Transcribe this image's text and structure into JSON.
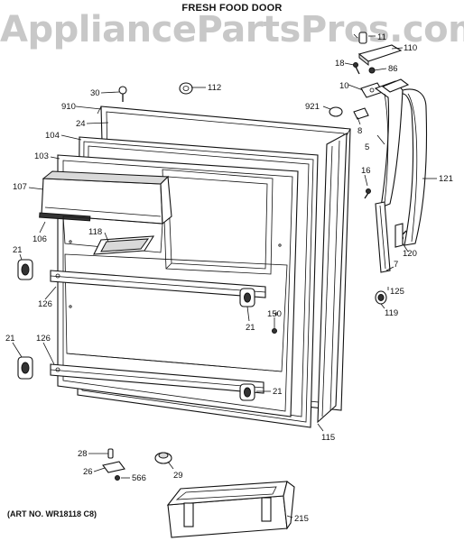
{
  "title": "FRESH FOOD DOOR",
  "watermark": "AppliancePartsPros.com",
  "art_number": "(ART NO. WR18118 C8)",
  "callouts": {
    "c11": "11",
    "c110": "110",
    "c18": "18",
    "c86": "86",
    "c10": "10",
    "c30": "30",
    "c112": "112",
    "c910": "910",
    "c921": "921",
    "c24": "24",
    "c8": "8",
    "c104": "104",
    "c5": "5",
    "c103": "103",
    "c16": "16",
    "c121": "121",
    "c107": "107",
    "c118": "118",
    "c106": "106",
    "c120": "120",
    "c7": "7",
    "c21a": "21",
    "c125": "125",
    "c126a": "126",
    "c119": "119",
    "c150": "150",
    "c21b": "21",
    "c21c": "21",
    "c126b": "126",
    "c21d": "21",
    "c115": "115",
    "c28": "28",
    "c26": "26",
    "c566": "566",
    "c29": "29",
    "c215": "215"
  }
}
